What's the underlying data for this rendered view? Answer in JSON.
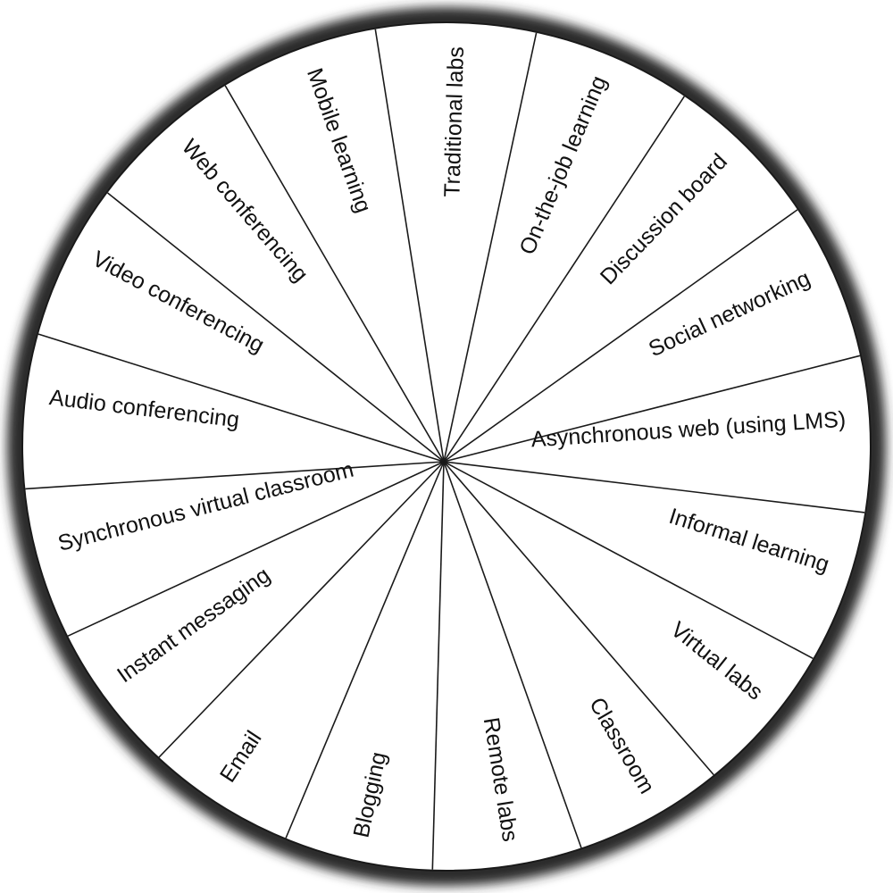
{
  "diagram": {
    "type": "segmented-wheel",
    "colors": {
      "face": "#ffffff",
      "rim": "#2a2a2a",
      "line": "#1a1a1a",
      "text": "#111111"
    },
    "segments": [
      {
        "label": "Traditional labs"
      },
      {
        "label": "On-the-job learning"
      },
      {
        "label": "Discussion board"
      },
      {
        "label": "Social networking"
      },
      {
        "label": "Asynchronous web (using LMS)"
      },
      {
        "label": "Informal learning"
      },
      {
        "label": "Virtual labs"
      },
      {
        "label": "Classroom"
      },
      {
        "label": "Remote labs"
      },
      {
        "label": "Blogging"
      },
      {
        "label": "Email"
      },
      {
        "label": "Instant messaging"
      },
      {
        "label": "Synchronous virtual classroom"
      },
      {
        "label": "Audio conferencing"
      },
      {
        "label": "Video conferencing"
      },
      {
        "label": "Web conferencing"
      },
      {
        "label": "Mobile learning"
      }
    ]
  }
}
